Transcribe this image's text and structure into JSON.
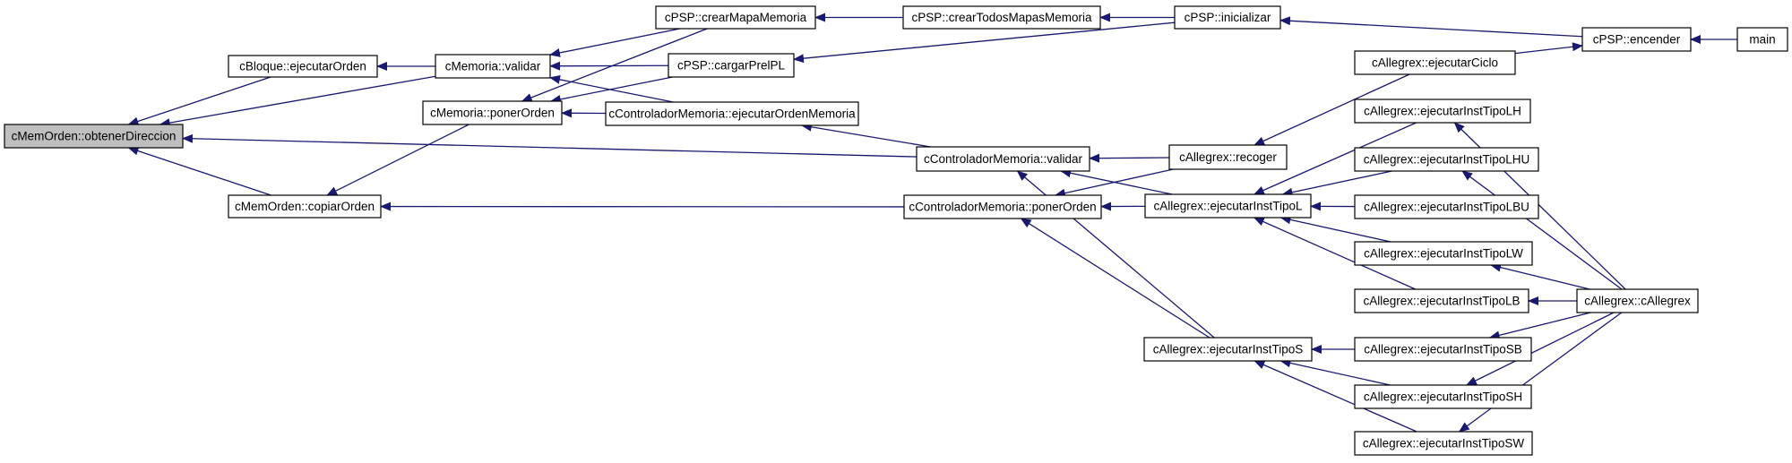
{
  "graph": {
    "edge_color": "#191970",
    "root_fill": "#bfbfbf",
    "nodes": {
      "root": "cMemOrden::obtenerDireccion",
      "bloque_ejecutar": "cBloque::ejecutarOrden",
      "memorden_copiar": "cMemOrden::copiarOrden",
      "memoria_validar": "cMemoria::validar",
      "memoria_poner": "cMemoria::ponerOrden",
      "psp_crearMapa": "cPSP::crearMapaMemoria",
      "psp_crearTodos": "cPSP::crearTodosMapasMemoria",
      "psp_inicializar": "cPSP::inicializar",
      "psp_encender": "cPSP::encender",
      "main": "main",
      "psp_cargar": "cPSP::cargarPrelPL",
      "cm_ejecutar": "cControladorMemoria::ejecutarOrdenMemoria",
      "cm_validar": "cControladorMemoria::validar",
      "cm_poner": "cControladorMemoria::ponerOrden",
      "al_ciclo": "cAllegrex::ejecutarCiclo",
      "al_recoger": "cAllegrex::recoger",
      "al_L": "cAllegrex::ejecutarInstTipoL",
      "al_S": "cAllegrex::ejecutarInstTipoS",
      "al_LH": "cAllegrex::ejecutarInstTipoLH",
      "al_LHU": "cAllegrex::ejecutarInstTipoLHU",
      "al_LBU": "cAllegrex::ejecutarInstTipoLBU",
      "al_LW": "cAllegrex::ejecutarInstTipoLW",
      "al_LB": "cAllegrex::ejecutarInstTipoLB",
      "al_SB": "cAllegrex::ejecutarInstTipoSB",
      "al_SH": "cAllegrex::ejecutarInstTipoSH",
      "al_SW": "cAllegrex::ejecutarInstTipoSW",
      "al_ctor": "cAllegrex::cAllegrex"
    },
    "edges": [
      [
        "bloque_ejecutar",
        "root"
      ],
      [
        "memoria_validar",
        "root"
      ],
      [
        "memorden_copiar",
        "root"
      ],
      [
        "cm_validar",
        "root"
      ],
      [
        "memoria_validar",
        "bloque_ejecutar"
      ],
      [
        "memoria_poner",
        "memorden_copiar"
      ],
      [
        "cm_poner",
        "memorden_copiar"
      ],
      [
        "psp_crearMapa",
        "memoria_validar"
      ],
      [
        "psp_cargar",
        "memoria_validar"
      ],
      [
        "cm_ejecutar",
        "memoria_validar"
      ],
      [
        "psp_crearMapa",
        "memoria_poner"
      ],
      [
        "psp_cargar",
        "memoria_poner"
      ],
      [
        "cm_ejecutar",
        "memoria_poner"
      ],
      [
        "psp_crearTodos",
        "psp_crearMapa"
      ],
      [
        "psp_inicializar",
        "psp_crearTodos"
      ],
      [
        "psp_inicializar",
        "psp_cargar"
      ],
      [
        "psp_encender",
        "psp_inicializar"
      ],
      [
        "main",
        "psp_encender"
      ],
      [
        "al_ciclo",
        "psp_encender"
      ],
      [
        "cm_validar",
        "cm_ejecutar"
      ],
      [
        "al_recoger",
        "cm_validar"
      ],
      [
        "al_L",
        "cm_validar"
      ],
      [
        "al_S",
        "cm_validar"
      ],
      [
        "al_recoger",
        "cm_poner"
      ],
      [
        "al_L",
        "cm_poner"
      ],
      [
        "al_S",
        "cm_poner"
      ],
      [
        "al_ciclo",
        "al_recoger"
      ],
      [
        "al_LH",
        "al_L"
      ],
      [
        "al_LHU",
        "al_L"
      ],
      [
        "al_LBU",
        "al_L"
      ],
      [
        "al_LW",
        "al_L"
      ],
      [
        "al_LB",
        "al_L"
      ],
      [
        "al_SB",
        "al_S"
      ],
      [
        "al_SH",
        "al_S"
      ],
      [
        "al_SW",
        "al_S"
      ],
      [
        "al_ctor",
        "al_LH"
      ],
      [
        "al_ctor",
        "al_LHU"
      ],
      [
        "al_ctor",
        "al_LW"
      ],
      [
        "al_ctor",
        "al_LB"
      ],
      [
        "al_ctor",
        "al_SB"
      ],
      [
        "al_ctor",
        "al_SH"
      ],
      [
        "al_ctor",
        "al_SW"
      ]
    ]
  }
}
